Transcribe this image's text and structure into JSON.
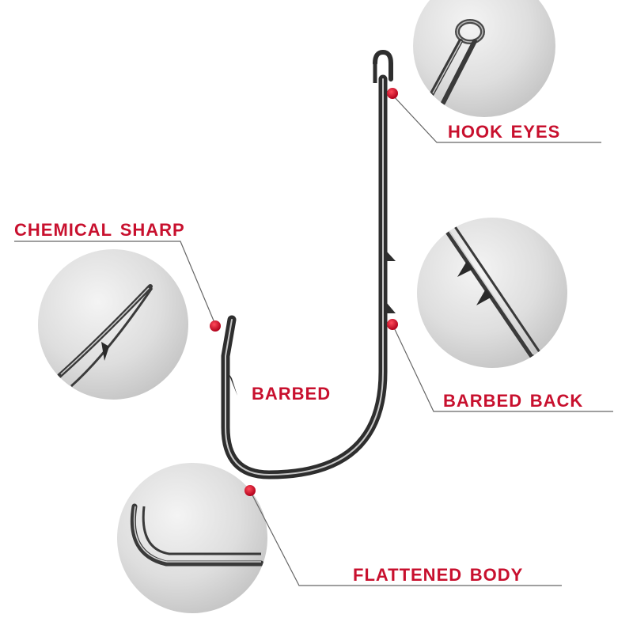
{
  "labels": {
    "hook_eyes": "HOOK EYES",
    "chemical_sharp": "CHEMICAL SHARP",
    "barbed": "BARBED",
    "barbed_back": "BARBED BACK",
    "flattened_body": "FLATTENED BODY"
  },
  "colors": {
    "accent": "#c8102e",
    "hook_metal": "#3a3a3a",
    "hook_highlight": "#cfcfcf",
    "circle_bg": "#dcdcdc",
    "leader_line": "#555555"
  },
  "icons": {
    "detail_circles": [
      "hook-eye-closeup",
      "chemical-sharp-closeup",
      "barbed-back-closeup",
      "flattened-body-closeup"
    ],
    "markers": "red-dot"
  }
}
